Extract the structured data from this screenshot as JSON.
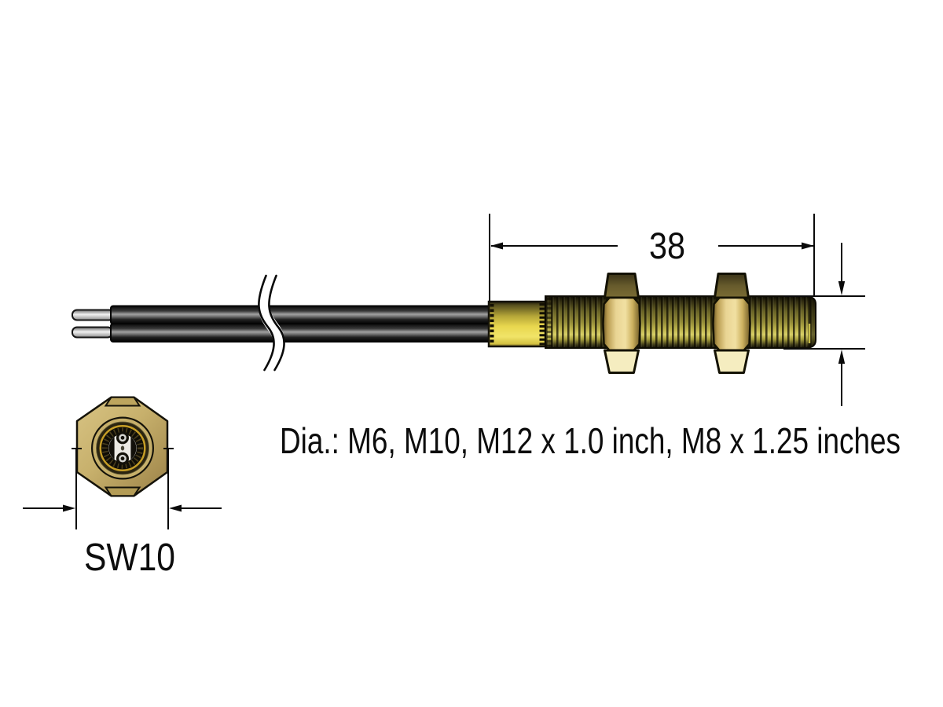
{
  "annotations": {
    "length_dimension_label": "38",
    "wrench_size_label": "SW10",
    "diameter_note": "Dia.: M6, M10, M12 x 1.0 inch, M8 x 1.25 inches"
  },
  "colors": {
    "brass": "#c7b06c",
    "collar_yellow": "#e8d74e",
    "thread_olive": "#948c36",
    "nut_top_face": "#675b2c",
    "nut_mid_face": "#f1e0a2",
    "nut_bottom_face": "#f5edc0",
    "cable_black": "#141414",
    "bare_wire_gray": "#d9d9d9",
    "dimension_line": "#0a0a0a",
    "background": "#ffffff"
  }
}
